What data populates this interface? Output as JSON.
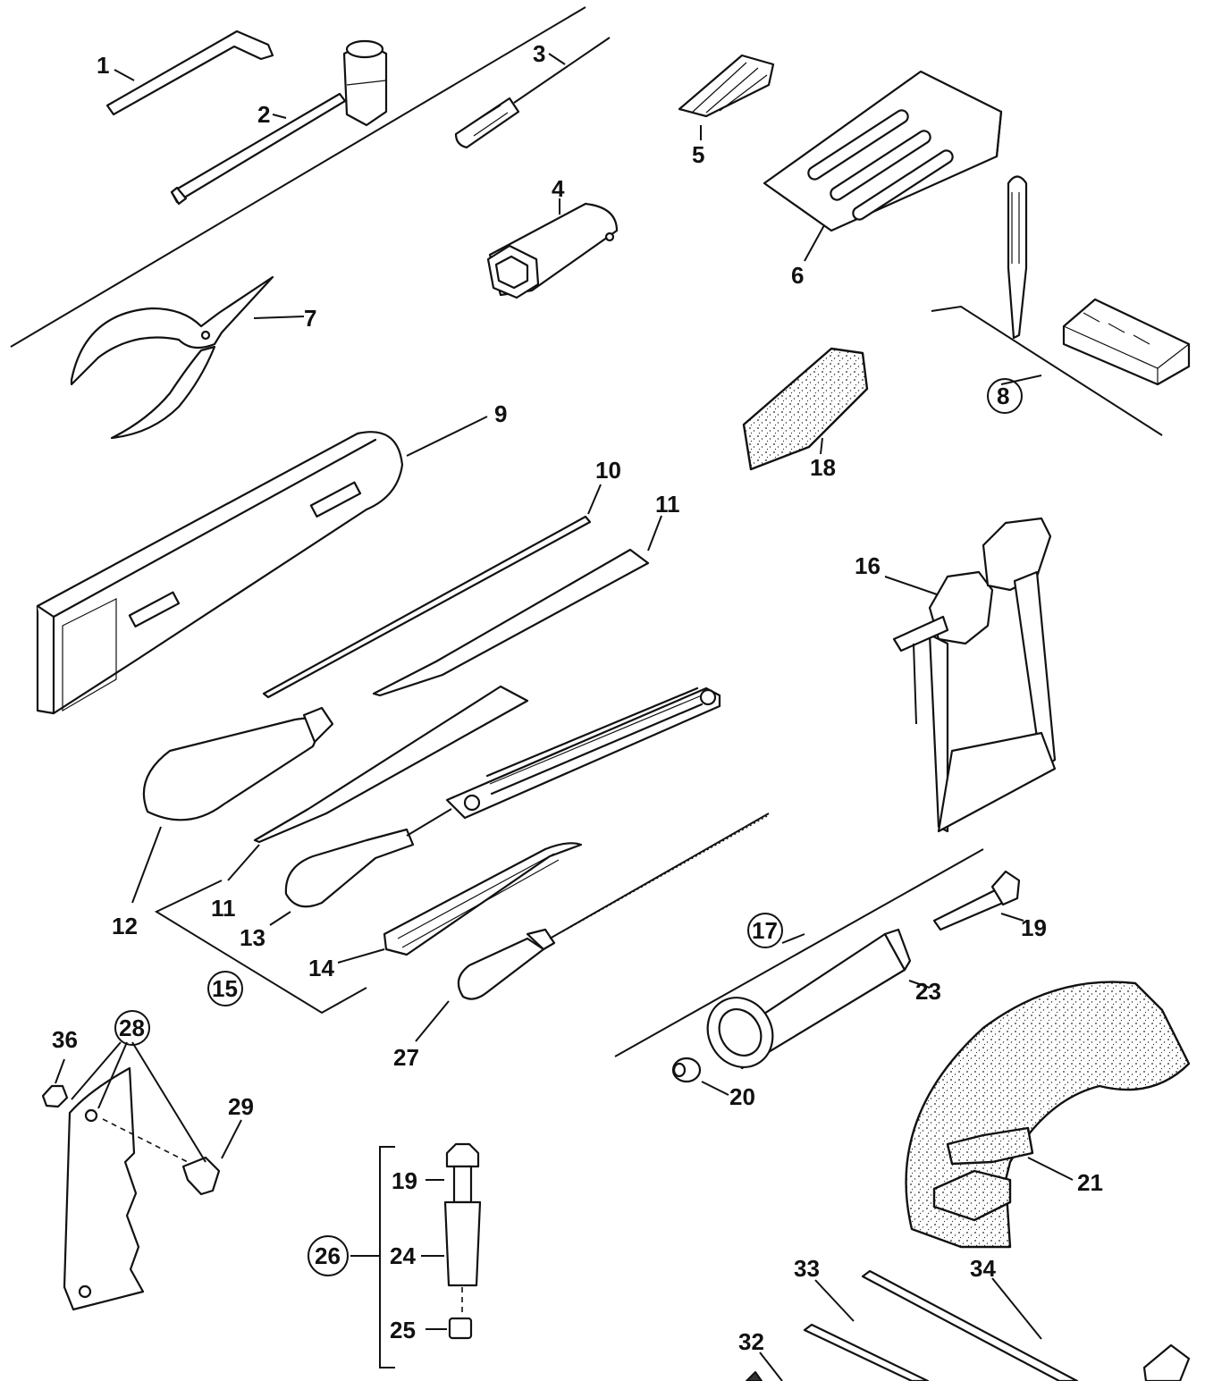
{
  "labels": {
    "l1": "1",
    "l2": "2",
    "l3": "3",
    "l4": "4",
    "l5": "5",
    "l6": "6",
    "l7": "7",
    "l8": "8",
    "l9": "9",
    "l10": "10",
    "l11a": "11",
    "l11b": "11",
    "l12": "12",
    "l13": "13",
    "l14": "14",
    "l15": "15",
    "l16": "16",
    "l17": "17",
    "l18": "18",
    "l19a": "19",
    "l19b": "19",
    "l20": "20",
    "l21": "21",
    "l23": "23",
    "l24": "24",
    "l25": "25",
    "l26": "26",
    "l27": "27",
    "l28": "28",
    "l29": "29",
    "l32": "32",
    "l33": "33",
    "l34": "34",
    "l36": "36"
  },
  "text_layout": "dual-column",
  "icons": [
    "allen-key-icon",
    "plug-spanner-icon",
    "screwdriver-icon",
    "socket-wrench-icon",
    "wedge-icon",
    "pliers-icon",
    "guide-bar-icon",
    "file-icon",
    "file-holder-icon",
    "depth-gauge-icon",
    "bench-vise-icon",
    "grease-gun-icon",
    "grinding-wheel-icon",
    "chain-gauge-icon"
  ]
}
